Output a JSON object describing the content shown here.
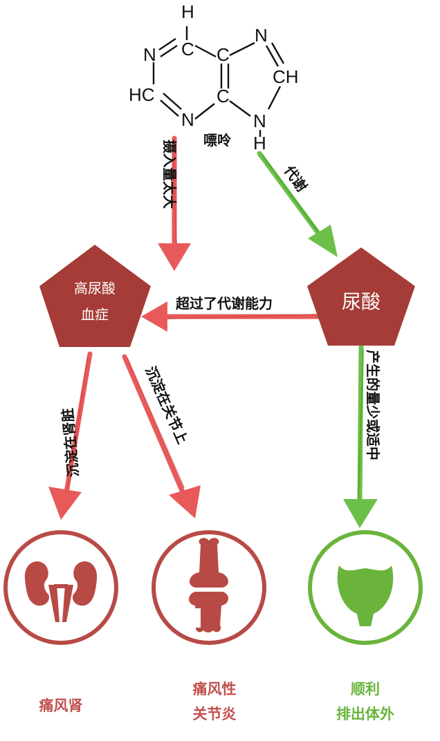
{
  "molecule": {
    "name": "嘌呤",
    "atoms": {
      "h_top": "H",
      "c_top": "C",
      "n_left": "N",
      "c_upper_mid": "C",
      "n_upper_right": "N",
      "ch_right": "CH",
      "hc_left": "HC",
      "c_lower_mid": "C",
      "n_bottom": "N",
      "n_lower_right": "N",
      "h_bottom": "H"
    }
  },
  "arrows": {
    "intake": "摄入量太大",
    "metabolism": "代谢",
    "exceed": "超过了代谢能力",
    "kidney_deposit": "沉淀在肾脏",
    "joint_deposit": "沉淀在关节上",
    "moderate": "产生的量少或适中"
  },
  "nodes": {
    "hyperuricemia_line1": "高尿酸",
    "hyperuricemia_line2": "血症",
    "uric_acid": "尿酸"
  },
  "outcomes": {
    "kidney_line1": "痛风肾",
    "joint_line1": "痛风性",
    "joint_line2": "关节炎",
    "excrete_line1": "顺利",
    "excrete_line2": "排出体外"
  },
  "colors": {
    "red": "#e85a5a",
    "dark_red": "#b23a3a",
    "pentagon": "#a63c37",
    "green": "#6cc04a",
    "bottom_red": "#c0504d",
    "bottom_green": "#6ab43c"
  }
}
